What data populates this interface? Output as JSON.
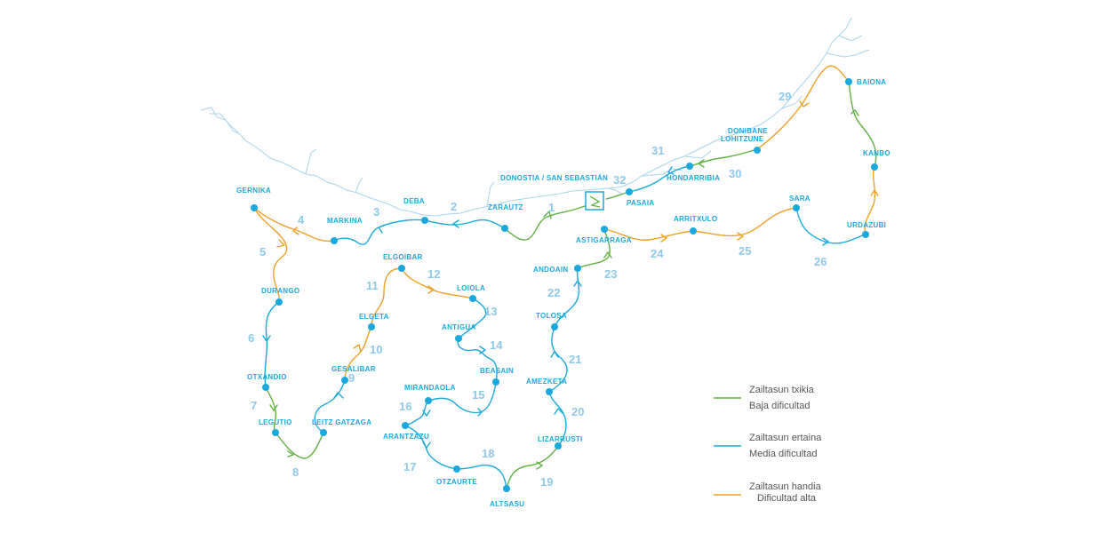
{
  "colors": {
    "easy": "#5fb141",
    "medium": "#1ba8dc",
    "hard": "#eea127",
    "river": "#a8d3ea",
    "town": "#1ba8dc",
    "stage_number": "#8ec9e8"
  },
  "towns": {
    "gernika": "GERNIKA",
    "markina": "MARKINA",
    "deba": "DEBA",
    "zarautz": "ZARAUTZ",
    "donostia": "DONOSTIA / SAN SEBASTIÁN",
    "pasaia": "PASAIA",
    "hondarribia": "HONDARRIBIA",
    "donibane_1": "DONIBANE",
    "donibane_2": "LOHITZUNE",
    "baiona": "BAIONA",
    "kanbo": "KANBO",
    "urdazubi": "URDAZUBI",
    "sara": "SARA",
    "arritxulo": "ARRITXULO",
    "astigarraga": "ASTIGARRAGA",
    "andoain": "ANDOAIN",
    "tolosa": "TOLOSA",
    "amezketa": "AMEZKETA",
    "lizarrusti": "LIZARRUSTI",
    "altsasu": "ALTSASU",
    "otzaurte": "OTZAURTE",
    "arantzazu": "ARANTZAZU",
    "mirandaola": "MIRANDAOLA",
    "beasain": "BEASAIN",
    "antigua": "ANTIGUA",
    "loiola": "LOIOLA",
    "elgoibar": "ELGOIBAR",
    "elgeta": "ELGETA",
    "gesalibar": "GESALIBAR",
    "leitz_gatzaga": "LEITZ GATZAGA",
    "legutio": "LEGUTIO",
    "otxandio": "OTXANDIO",
    "durango": "DURANGO"
  },
  "stages": [
    "1",
    "2",
    "3",
    "4",
    "5",
    "6",
    "7",
    "8",
    "9",
    "10",
    "11",
    "12",
    "13",
    "14",
    "15",
    "16",
    "17",
    "18",
    "19",
    "20",
    "21",
    "22",
    "23",
    "24",
    "25",
    "26",
    "29",
    "30",
    "31",
    "32"
  ],
  "legend": {
    "easy_1": "Zailtasun txikia",
    "easy_2": "Baja dificultad",
    "medium_1": "Zailtasun ertaina",
    "medium_2": "Media dificultad",
    "hard_1": "Zailtasun handia",
    "hard_2": "Dificultad alta"
  }
}
